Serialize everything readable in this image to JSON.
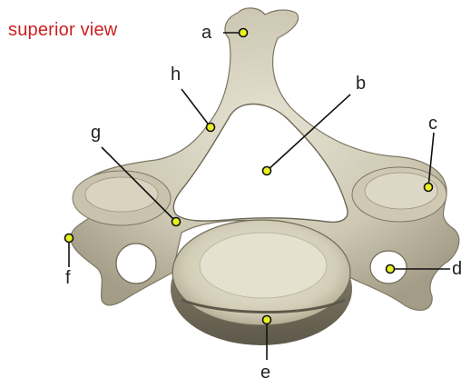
{
  "view_title": "superior view",
  "labels": {
    "a": "a",
    "b": "b",
    "c": "c",
    "d": "d",
    "e": "e",
    "f": "f",
    "g": "g",
    "h": "h"
  },
  "colors": {
    "title": "#cc1f1f",
    "marker_fill": "#e8f020",
    "marker_stroke": "#111111",
    "leader_line": "#111111",
    "bone_light": "#d9d5c4",
    "bone_mid": "#bdb7a2",
    "bone_dark": "#8d8672"
  },
  "image": {
    "subject": "cervical vertebra"
  }
}
